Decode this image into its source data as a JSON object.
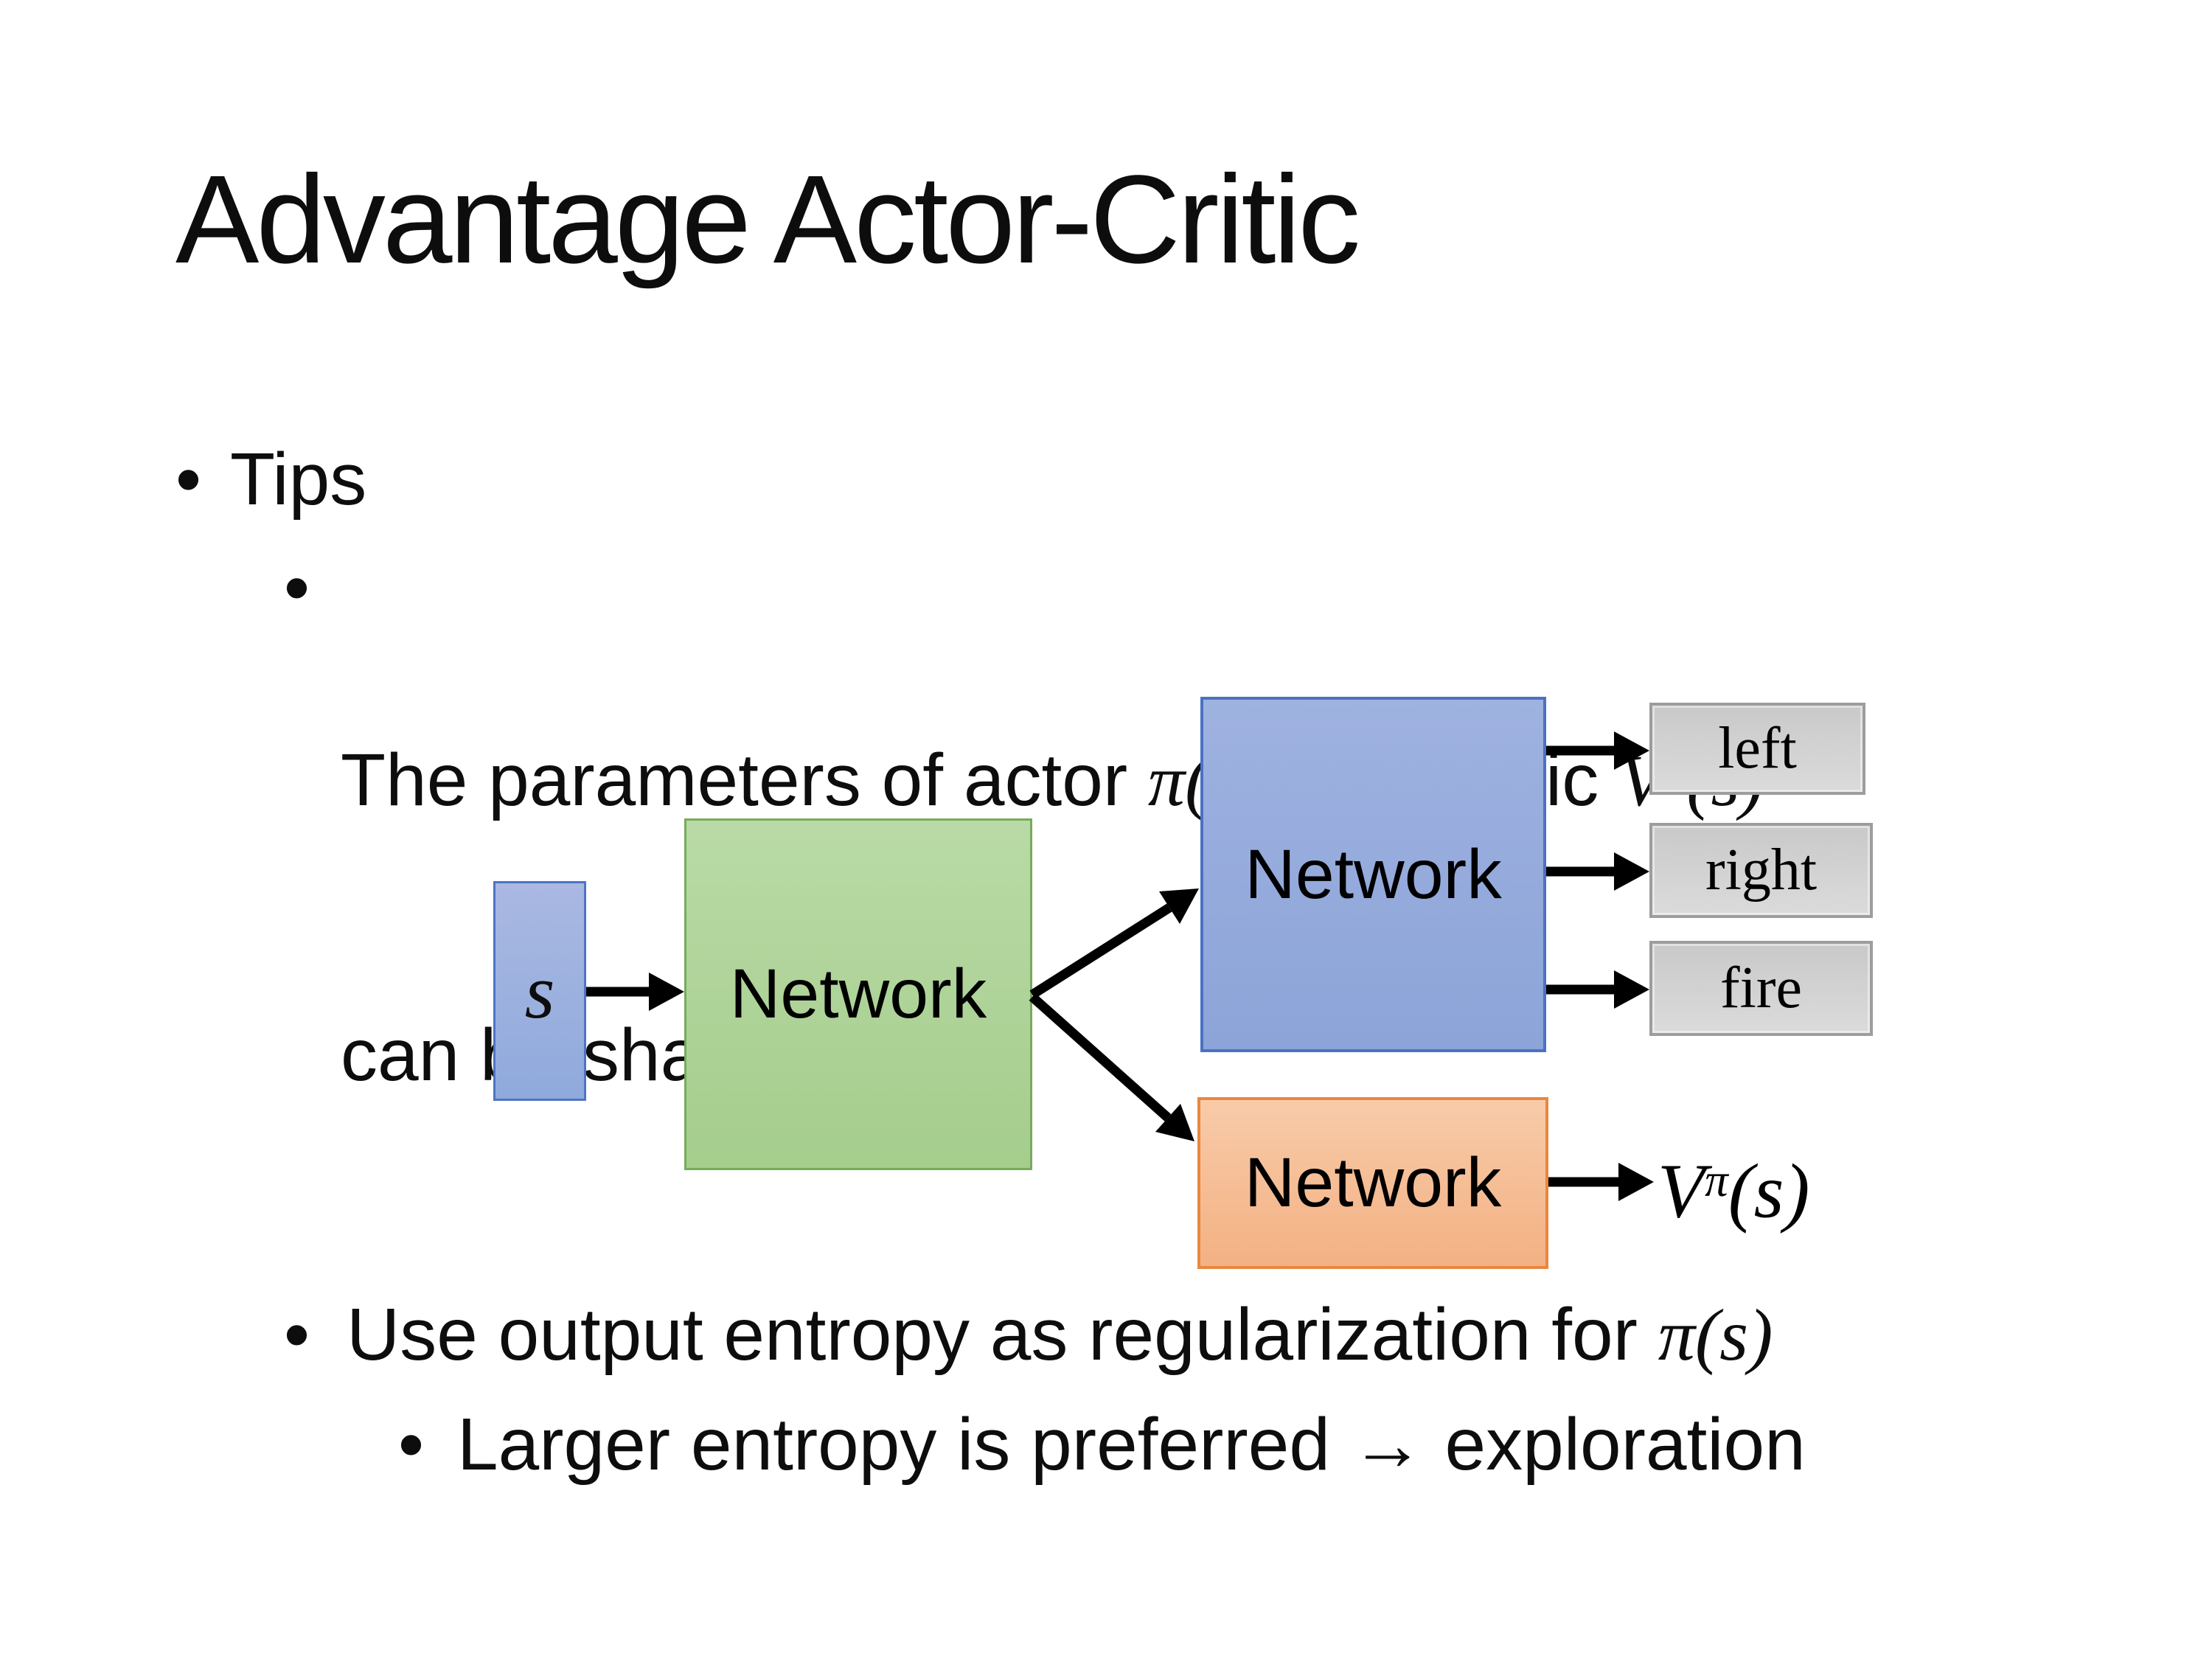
{
  "slide": {
    "title": "Advantage Actor-Critic",
    "bullet_char": "•",
    "tips_label": "Tips",
    "param_line": {
      "text1": "The parameters of actor ",
      "math1": "π(s)",
      "text2": "  and critic ",
      "critic_V": "V",
      "critic_sup": "π",
      "critic_args": "(s)"
    },
    "param_line2": "can be shared",
    "entropy_line": {
      "text1": "Use output entropy as regularization for ",
      "math1": "π(s)"
    },
    "exploration_line": "Larger entropy is preferred → exploration",
    "diagram": {
      "state_label": "s",
      "shared_network_label": "Network",
      "actor_network_label": "Network",
      "critic_network_label": "Network",
      "actions": [
        "left",
        "right",
        "fire"
      ],
      "critic_output": {
        "V": "V",
        "sup": "π",
        "args": "(s)"
      }
    },
    "colors": {
      "text": "#0d0d0d",
      "arrow": "#000000",
      "state-fill-top": "#aab8e2",
      "state-fill": "#8faadc",
      "state-border": "#4d74c4",
      "shared-fill-top": "#b9daa6",
      "shared-fill": "#a5cd8c",
      "shared-border": "#77ab5c",
      "actor-fill-top": "#9fb2e0",
      "actor-fill": "#8ca4d8",
      "actor-border": "#4a72c4",
      "critic-fill-top": "#f8cba9",
      "critic-fill": "#f3b183",
      "critic-border": "#e9873e",
      "action-fill-top": "#c9c9c9",
      "action-fill": "#dbdbdb",
      "action-border": "#9d9d9d"
    }
  }
}
